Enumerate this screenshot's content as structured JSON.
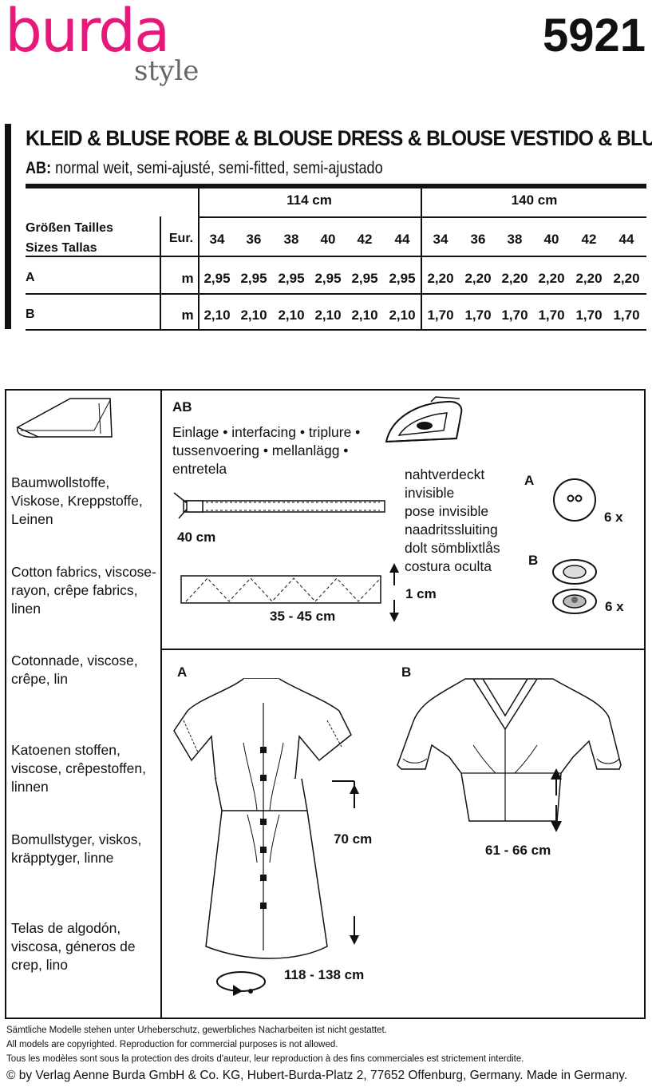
{
  "header": {
    "brand": "burda",
    "brand_sub": "style",
    "pattern_number": "5921",
    "brand_color": "#e8187a"
  },
  "title": "KLEID & BLUSE   ROBE & BLOUSE   DRESS & BLOUSE   VESTIDO & BLUSA",
  "fit": {
    "label": "AB:",
    "text": " normal weit, semi-ajusté, semi-fitted, semi-ajustado"
  },
  "size_table": {
    "widths": [
      "114 cm",
      "140 cm"
    ],
    "size_label_line1": "Größen  Tailles",
    "size_label_line2": "Sizes  Tallas",
    "eur_label": "Eur.",
    "sizes": [
      "34",
      "36",
      "38",
      "40",
      "42",
      "44",
      "34",
      "36",
      "38",
      "40",
      "42",
      "44"
    ],
    "rows": [
      {
        "label": "A",
        "unit": "m",
        "values": [
          "2,95",
          "2,95",
          "2,95",
          "2,95",
          "2,95",
          "2,95",
          "2,20",
          "2,20",
          "2,20",
          "2,20",
          "2,20",
          "2,20"
        ]
      },
      {
        "label": "B",
        "unit": "m",
        "values": [
          "2,10",
          "2,10",
          "2,10",
          "2,10",
          "2,10",
          "2,10",
          "1,70",
          "1,70",
          "1,70",
          "1,70",
          "1,70",
          "1,70"
        ]
      }
    ]
  },
  "fabrics": [
    "Baumwollstoffe,\nViskose, Kreppstoffe,\nLeinen",
    "Cotton fabrics, viscose-\nrayon, crêpe fabrics,\nlinen",
    "Cotonnade, viscose,\ncrêpe, lin",
    "Katoenen stoffen,\nviscose, crêpestoffen,\nlinnen",
    "Bomullstyger, viskos,\nkräpptyger, linne",
    "Telas de algodón,\nviscosa, géneros de\ncrep, lino"
  ],
  "notions": {
    "heading": "AB",
    "interfacing": "Einlage • interfacing • triplure •\ntussenvoering • mellanlägg •\nentretela",
    "zipper_length": "40 cm",
    "zipper_type": "nahtverdeckt\ninvisible\npose invisible\nnaadritssluiting\ndolt sömblixtlås\ncostura oculta",
    "tape_length": "35 - 45 cm",
    "tape_width": "1 cm",
    "view_a": "A",
    "view_b": "B",
    "buttons_qty": "6 x",
    "snaps_qty": "6 x"
  },
  "views": {
    "a_label": "A",
    "b_label": "B",
    "a_length": "70 cm",
    "a_hem": "118 - 138 cm",
    "b_length": "61 - 66 cm"
  },
  "footer": [
    "Sämtliche Modelle stehen unter Urheberschutz, gewerbliches Nacharbeiten ist nicht gestattet.",
    "All models are copyrighted. Reproduction for commercial purposes is not allowed.",
    "Tous les modèles sont sous la protection des droits d'auteur, leur reproduction à des fins commerciales est strictement interdite.",
    "© by Verlag Aenne Burda GmbH & Co. KG, Hubert-Burda-Platz 2, 77652 Offenburg, Germany. Made in Germany."
  ]
}
